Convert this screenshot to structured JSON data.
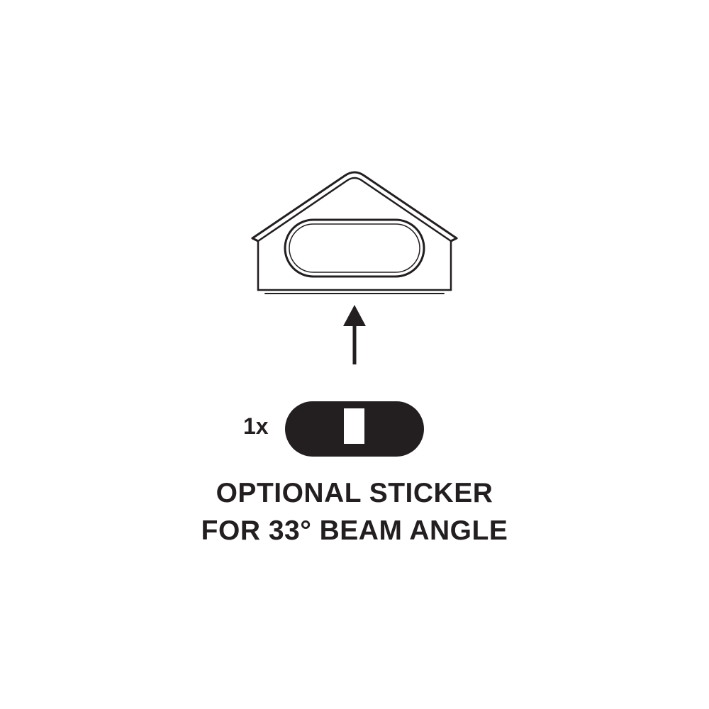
{
  "diagram": {
    "quantity_label": "1x",
    "caption_line_1": "OPTIONAL STICKER",
    "caption_line_2": "FOR 33° BEAM ANGLE",
    "ink_color": "#231f20",
    "background_color": "#ffffff"
  }
}
